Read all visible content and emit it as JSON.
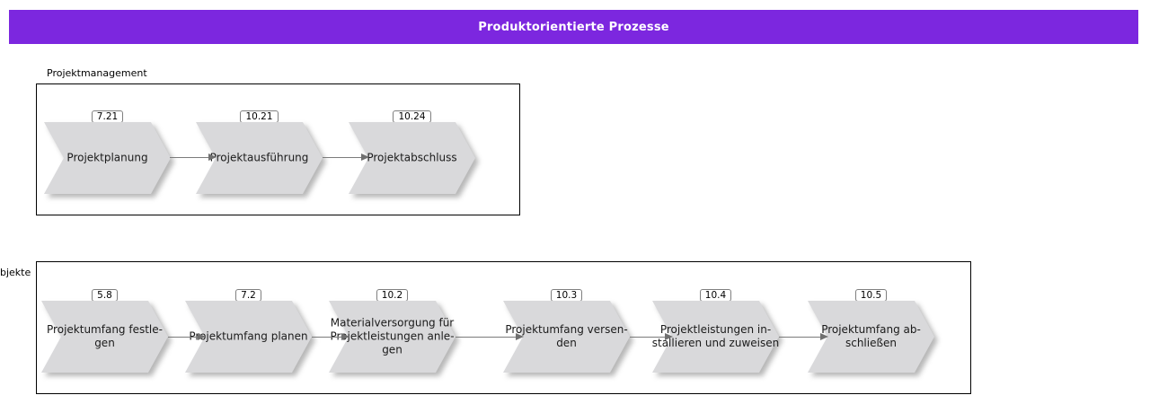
{
  "banner": {
    "title": "Produktorientierte Prozesse",
    "background": "#7C27DF",
    "text_color": "#FFFFFF"
  },
  "colors": {
    "chevron_fill": "#D9D9DB",
    "box_border": "#000000",
    "arrow": "#707070",
    "badge_border": "#7F7F7F"
  },
  "groups": [
    {
      "label": "Projektmanagement",
      "items": [
        {
          "badge": "7.21",
          "label": "Projektplanung"
        },
        {
          "badge": "10.21",
          "label": "Projektausführung"
        },
        {
          "badge": "10.24",
          "label": "Projektabschluss"
        }
      ]
    },
    {
      "label": "bjekte",
      "items": [
        {
          "badge": "5.8",
          "label": "Projektumfang festle-\ngen"
        },
        {
          "badge": "7.2",
          "label": "Projektumfang planen"
        },
        {
          "badge": "10.2",
          "label": "Materialversorgung für\nProjektleistungen anle-\ngen"
        },
        {
          "badge": "10.3",
          "label": "Projektumfang versen-\nden"
        },
        {
          "badge": "10.4",
          "label": "Projektleistungen in-\nstallieren und zuweisen"
        },
        {
          "badge": "10.5",
          "label": "Projektumfang ab-\nschließen"
        }
      ]
    }
  ]
}
